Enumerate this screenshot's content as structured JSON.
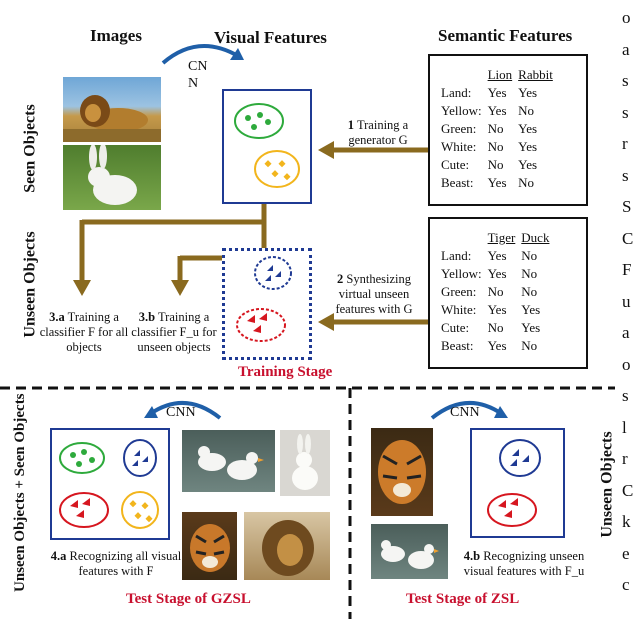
{
  "headers": {
    "images": "Images",
    "visual_features": "Visual Features",
    "semantic_features": "Semantic Features",
    "cnn_top": "CN\nN"
  },
  "side_labels": {
    "seen_objects": "Seen Objects",
    "unseen_objects": "Unseen Objects",
    "unseen_plus_seen": "Unseen Objects + Seen Objects",
    "unseen_objects_right": "Unseen Objects"
  },
  "seen_table": {
    "columns": [
      "Lion",
      "Rabbit"
    ],
    "rows": [
      {
        "attr": "Land:",
        "v": [
          "Yes",
          "Yes"
        ]
      },
      {
        "attr": "Yellow:",
        "v": [
          "Yes",
          "No"
        ]
      },
      {
        "attr": "Green:",
        "v": [
          "No",
          "Yes"
        ]
      },
      {
        "attr": "White:",
        "v": [
          "No",
          "Yes"
        ]
      },
      {
        "attr": "Cute:",
        "v": [
          "No",
          "Yes"
        ]
      },
      {
        "attr": "Beast:",
        "v": [
          "Yes",
          "No"
        ]
      }
    ]
  },
  "unseen_table": {
    "columns": [
      "Tiger",
      "Duck"
    ],
    "rows": [
      {
        "attr": "Land:",
        "v": [
          "Yes",
          "No"
        ]
      },
      {
        "attr": "Yellow:",
        "v": [
          "Yes",
          "No"
        ]
      },
      {
        "attr": "Green:",
        "v": [
          "No",
          "No"
        ]
      },
      {
        "attr": "White:",
        "v": [
          "Yes",
          "Yes"
        ]
      },
      {
        "attr": "Cute:",
        "v": [
          "No",
          "Yes"
        ]
      },
      {
        "attr": "Beast:",
        "v": [
          "Yes",
          "No"
        ]
      }
    ]
  },
  "steps": {
    "s1_num": "1",
    "s1_text": "Training a generator G",
    "s2_num": "2",
    "s2_text": "Synthesizing virtual unseen features with G",
    "s3a_num": "3.a",
    "s3a_text": "Training a classifier F for all objects",
    "s3b_num": "3.b",
    "s3b_text": "Training a classifier F_u for unseen objects",
    "s4a_num": "4.a",
    "s4a_text": "Recognizing all visual features with F",
    "s4b_num": "4.b",
    "s4b_text": "Recognizing unseen visual features with F_u"
  },
  "stages": {
    "training": "Training Stage",
    "gzsl": "Test Stage of GZSL",
    "zsl": "Test Stage of ZSL"
  },
  "cnn_labels": {
    "gzsl": "CNN",
    "zsl": "CNN"
  },
  "right_edge_letters": [
    "o",
    "a",
    "s",
    "s",
    "r",
    "s",
    "S",
    "C",
    "F",
    "u",
    "a",
    "o",
    "s",
    "l",
    "r",
    "C",
    "k",
    "e",
    "c"
  ],
  "colors": {
    "arrow_brown": "#8a6a1f",
    "box_blue": "#1f3a93",
    "green": "#2eaa3c",
    "yellow": "#f2b51c",
    "red": "#d6161f",
    "stage_red": "#c8102e"
  }
}
